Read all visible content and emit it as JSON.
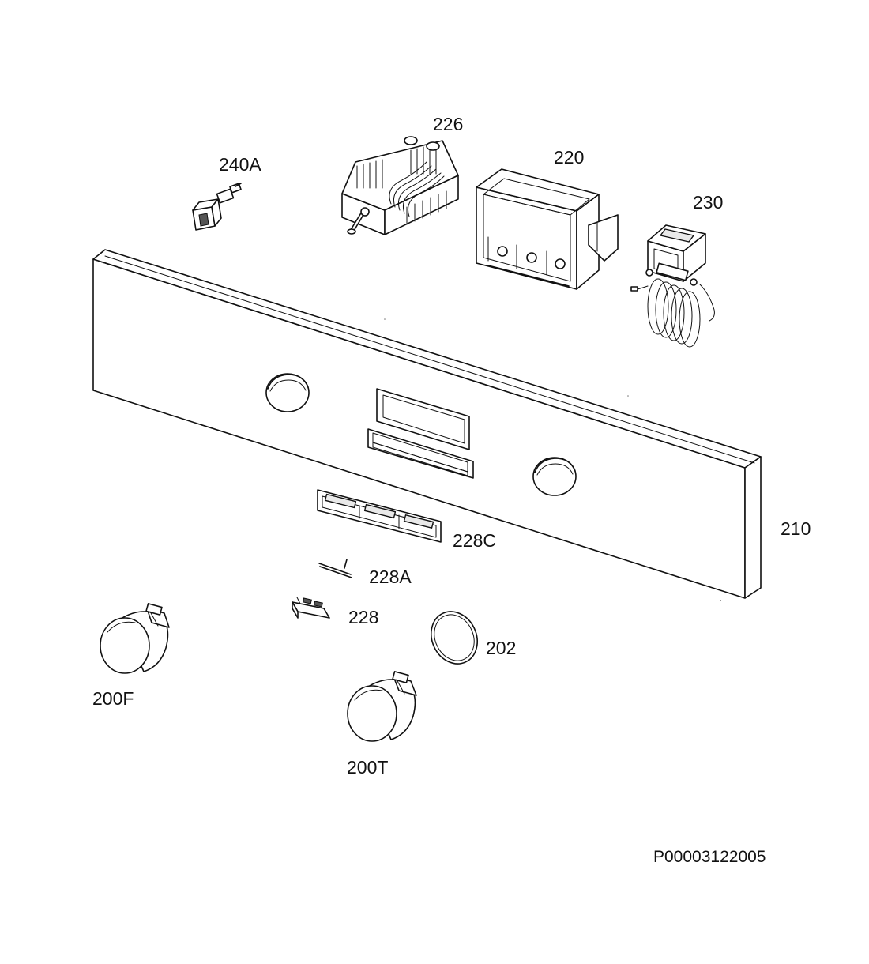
{
  "diagram_id": "P00003122005",
  "parts": [
    {
      "id": "p-240A",
      "label": "240A",
      "kind": "switch"
    },
    {
      "id": "p-226",
      "label": "226",
      "kind": "selector-switch"
    },
    {
      "id": "p-220",
      "label": "220",
      "kind": "display-housing"
    },
    {
      "id": "p-230",
      "label": "230",
      "kind": "thermostat"
    },
    {
      "id": "p-210",
      "label": "210",
      "kind": "control-panel"
    },
    {
      "id": "p-228C",
      "label": "228C",
      "kind": "light-guide"
    },
    {
      "id": "p-228A",
      "label": "228A",
      "kind": "spring-pin"
    },
    {
      "id": "p-228",
      "label": "228",
      "kind": "push-button"
    },
    {
      "id": "p-202",
      "label": "202",
      "kind": "ring"
    },
    {
      "id": "p-200F",
      "label": "200F",
      "kind": "knob"
    },
    {
      "id": "p-200T",
      "label": "200T",
      "kind": "knob"
    }
  ]
}
